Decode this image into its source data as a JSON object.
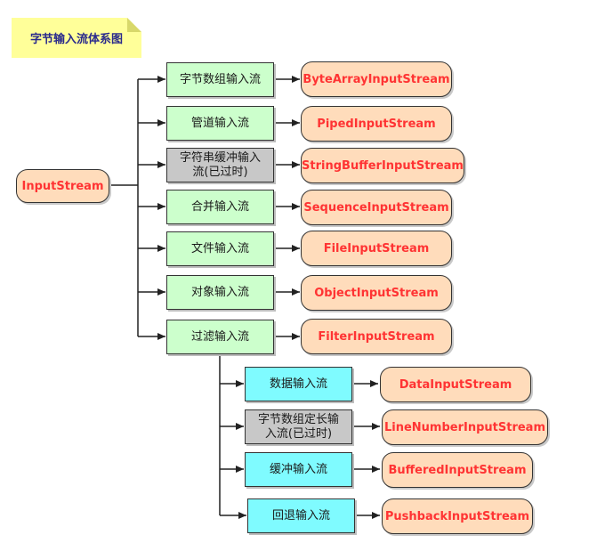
{
  "title_note": "字节输入流体系图",
  "root": "InputStream",
  "level1": [
    {
      "label": "字节数组输入流",
      "class": "ByteArrayInputStream",
      "deprecated": false
    },
    {
      "label": "管道输入流",
      "class": "PipedInputStream",
      "deprecated": false
    },
    {
      "label": "字符串缓冲输入流(已过时)",
      "class": "StringBufferInputStream",
      "deprecated": true
    },
    {
      "label": "合并输入流",
      "class": "SequenceInputStream",
      "deprecated": false
    },
    {
      "label": "文件输入流",
      "class": "FileInputStream",
      "deprecated": false
    },
    {
      "label": "对象输入流",
      "class": "ObjectInputStream",
      "deprecated": false
    },
    {
      "label": "过滤输入流",
      "class": "FilterInputStream",
      "deprecated": false
    }
  ],
  "level2": [
    {
      "label": "数据输入流",
      "class": "DataInputStream",
      "deprecated": false
    },
    {
      "label": "字节数组定长输入流(已过时)",
      "class": "LineNumberInputStream",
      "deprecated": true
    },
    {
      "label": "缓冲输入流",
      "class": "BufferedInputStream",
      "deprecated": false
    },
    {
      "label": "回退输入流",
      "class": "PushbackInputStream",
      "deprecated": false
    }
  ],
  "colors": {
    "category_box": "#ccffcc",
    "filter_subcategory_box": "#7ffbff",
    "deprecated_box": "#c8c8c8",
    "class_pill": "#ffdcbb",
    "class_text": "#ff3333",
    "note": "#ffff99"
  }
}
